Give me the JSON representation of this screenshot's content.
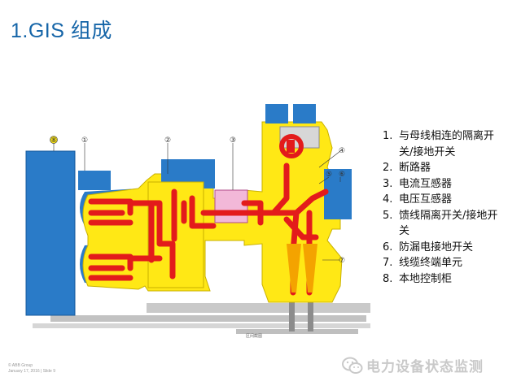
{
  "title": "1.GIS 组成",
  "callouts": [
    "⑧",
    "①",
    "②",
    "③",
    "④",
    "⑤",
    "⑥",
    "⑦"
  ],
  "base_label": "区间截图",
  "legend": [
    {
      "num": "1.",
      "text": "与母线相连的隔离开关/接地开关"
    },
    {
      "num": "2.",
      "text": "断路器"
    },
    {
      "num": "3.",
      "text": "电流互感器"
    },
    {
      "num": "4.",
      "text": "电压互感器"
    },
    {
      "num": "5.",
      "text": "馈线隔离开关/接地开关"
    },
    {
      "num": "6.",
      "text": "防漏电接地开关"
    },
    {
      "num": "7.",
      "text": "线缆终端单元"
    },
    {
      "num": "8.",
      "text": "本地控制柜"
    }
  ],
  "footer": {
    "line1": "© ABB Group",
    "line2": "January 17, 2016 | Slide 9"
  },
  "watermark": "电力设备状态监测",
  "colors": {
    "title": "#1565a8",
    "enclosure": "#ffe815",
    "conductor": "#e31b1b",
    "cabinet": "#2a7bc8",
    "base": "#b9b9b9"
  }
}
